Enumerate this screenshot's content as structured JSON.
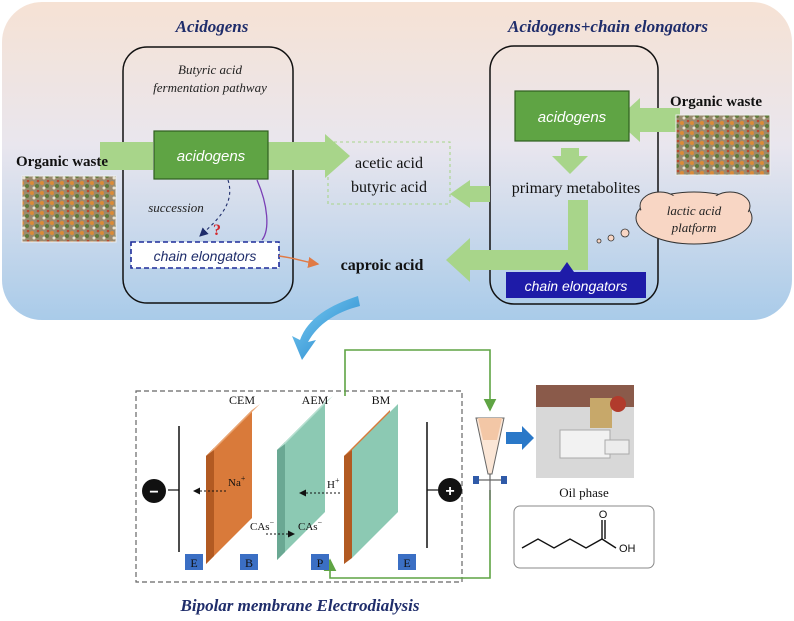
{
  "top_panel": {
    "acidogens_title": "Acidogens",
    "right_title": "Acidogens+chain elongators",
    "pathway_line1": "Butyric acid",
    "pathway_line2": "fermentation pathway",
    "organic_waste_left": "Organic waste",
    "organic_waste_right": "Organic waste",
    "acidogens_box_left": "acidogens",
    "acidogens_box_right": "acidogens",
    "succession": "succession",
    "question_mark": "?",
    "chain_elongators_left": "chain elongators",
    "chain_elongators_right": "chain elongators",
    "acetic_acid": "acetic  acid",
    "butyric_acid": "butyric acid",
    "caproic_acid": "caproic acid",
    "primary_metabolites": "primary metabolites",
    "lactic_line1": "lactic acid",
    "lactic_line2": "platform"
  },
  "bottom_panel": {
    "cem": "CEM",
    "aem": "AEM",
    "bm": "BM",
    "na_ion": "Na",
    "na_sup": "+",
    "h_ion": "H",
    "h_sup": "+",
    "cas_left": "CAs",
    "cas_right": "CAs",
    "cas_sup": "−",
    "minus_sign": "−",
    "plus_sign": "+",
    "compartments": [
      "E",
      "B",
      "P",
      "E"
    ],
    "oil_phase": "Oil phase",
    "oh_label": "OH",
    "o_label": "O",
    "title": "Bipolar membrane Electrodialysis"
  },
  "colors": {
    "green_box": "#5fa444",
    "green_arrow": "#a8d58a",
    "navy": "#1f2d6b",
    "orange_membrane": "#d97a3a",
    "teal_membrane": "#8cc9b3",
    "blue_label": "#3b6fc4"
  }
}
